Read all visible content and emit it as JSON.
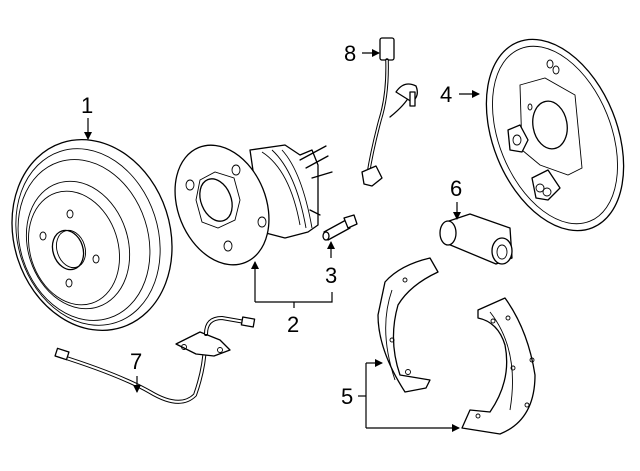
{
  "diagram": {
    "type": "exploded parts diagram",
    "callouts": [
      {
        "id": "1",
        "label": "1",
        "part": "brake-drum"
      },
      {
        "id": "2",
        "label": "2",
        "part": "hub-and-bearing"
      },
      {
        "id": "3",
        "label": "3",
        "part": "wheel-stud"
      },
      {
        "id": "4",
        "label": "4",
        "part": "backing-plate"
      },
      {
        "id": "5",
        "label": "5",
        "part": "brake-shoes"
      },
      {
        "id": "6",
        "label": "6",
        "part": "wheel-cylinder"
      },
      {
        "id": "7",
        "label": "7",
        "part": "brake-hose"
      },
      {
        "id": "8",
        "label": "8",
        "part": "abs-sensor"
      }
    ]
  }
}
